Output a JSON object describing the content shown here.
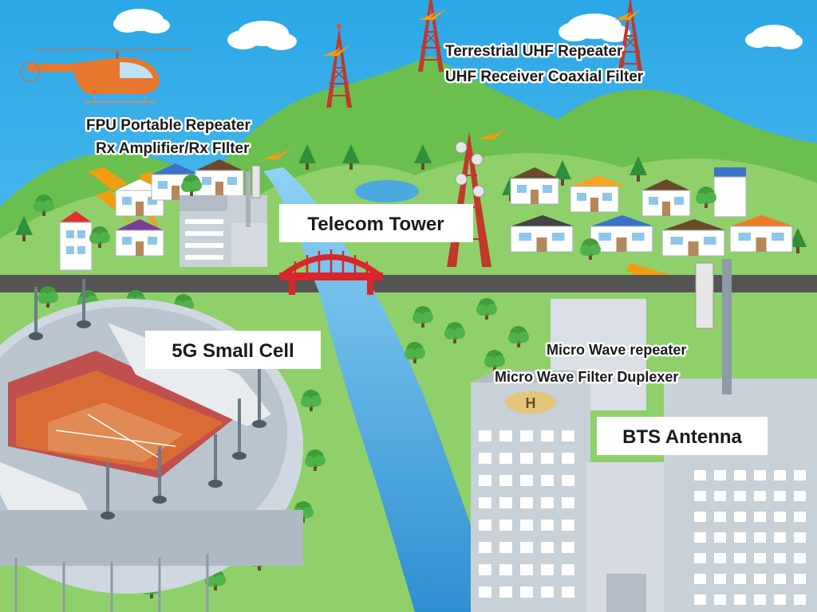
{
  "labels": {
    "fpu_portable_repeater": "FPU Portable Repeater",
    "rx_amplifier_filter": "Rx Amplifier/Rx FIlter",
    "terrestrial_uhf_repeater": "Terrestrial UHF Repeater",
    "uhf_receiver_coaxial_filter": "UHF Receiver Coaxial Filter",
    "telecom_tower": "Telecom Tower",
    "small_cell_5g": "5G Small Cell",
    "micro_wave_repeater": "Micro Wave repeater",
    "micro_wave_filter_duplexer": "Micro Wave Filter Duplexer",
    "bts_antenna": "BTS Antenna",
    "helipad_letter": "H"
  },
  "colors": {
    "sky": "#3fb2ea",
    "mountain": "#7cc35a",
    "mountain_dark": "#5aa63e",
    "grass": "#8fd06a",
    "river": "#4aa9e0",
    "road": "#555555",
    "bridge": "#d9262a",
    "tower": "#c0392b",
    "signal": "#f39c12",
    "helicopter": "#e8772e",
    "stadium": "#cfd8e0",
    "track": "#d96b35",
    "building": "#c8d0d8",
    "text": "#1a1a1a"
  },
  "icons": [
    "helicopter-icon",
    "signal-bolt-icon",
    "telecom-tower-icon",
    "bridge-icon",
    "stadium-icon",
    "antenna-icon",
    "helipad-icon",
    "tree-icon",
    "house-icon",
    "cloud-icon"
  ]
}
